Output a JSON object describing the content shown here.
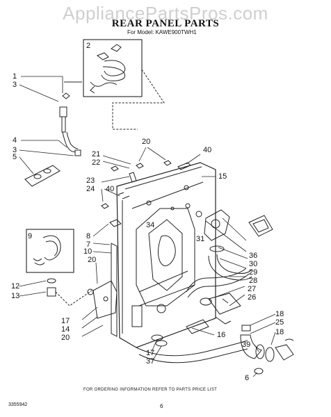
{
  "watermark": "AppliancePartsPros.com",
  "title": "REAR PANEL PARTS",
  "model_line": "For Model: KAWE900TWH1",
  "callouts": {
    "c2": "2",
    "c1": "1",
    "c3a": "3",
    "c4": "4",
    "c3b": "3",
    "c5": "5",
    "c20a": "20",
    "c40a": "40",
    "c21": "21",
    "c22": "22",
    "c23": "23",
    "c24": "24",
    "c40b": "40",
    "c15": "15",
    "c8": "8",
    "c7": "7",
    "c9": "9",
    "c10": "10",
    "c20b": "20",
    "c34": "34",
    "c31": "31",
    "c36": "36",
    "c30": "30",
    "c29": "29",
    "c28": "28",
    "c27": "27",
    "c26": "26",
    "c12": "12",
    "c13": "13",
    "c17a": "17",
    "c14": "14",
    "c20c": "20",
    "c16": "16",
    "c18a": "18",
    "c25": "25",
    "c18b": "18",
    "c39": "39",
    "c17b": "17",
    "c37": "37",
    "c6": "6"
  },
  "footer_note": "FOR ORDERING INFORMATION REFER TO PARTS PRICE LIST",
  "doc_number": "3355942",
  "page_number": "6"
}
